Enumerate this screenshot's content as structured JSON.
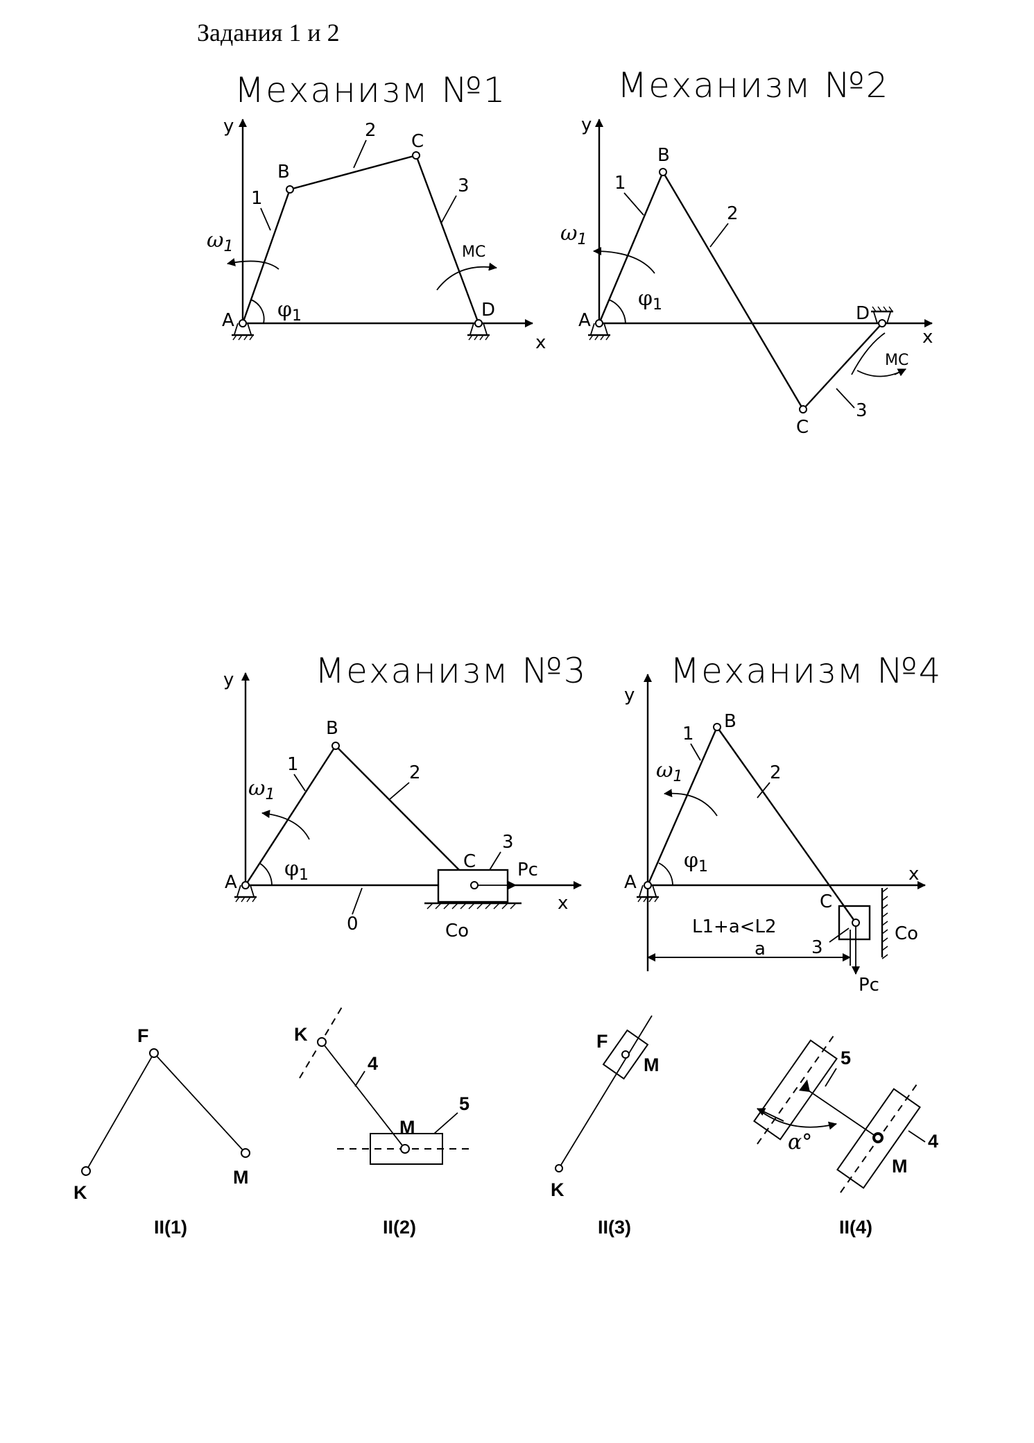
{
  "page_title": "Задания 1 и 2",
  "mechanisms": [
    {
      "title": "Механизм №1",
      "axes": {
        "x": "x",
        "y": "y"
      },
      "points": {
        "A": "A",
        "B": "B",
        "C": "C",
        "D": "D"
      },
      "links": {
        "l1": "1",
        "l2": "2",
        "l3": "3"
      },
      "omega_symbol": "ω",
      "omega_sub": "1",
      "phi_symbol": "φ",
      "phi_sub": "1",
      "moment": "MC"
    },
    {
      "title": "Механизм №2",
      "axes": {
        "x": "x",
        "y": "y"
      },
      "points": {
        "A": "A",
        "B": "B",
        "C": "C",
        "D": "D"
      },
      "links": {
        "l1": "1",
        "l2": "2",
        "l3": "3"
      },
      "omega_symbol": "ω",
      "omega_sub": "1",
      "phi_symbol": "φ",
      "phi_sub": "1",
      "moment": "MC"
    },
    {
      "title": "Механизм №3",
      "axes": {
        "x": "x",
        "y": "y"
      },
      "points": {
        "A": "A",
        "B": "B",
        "C": "C"
      },
      "links": {
        "l0": "0",
        "l1": "1",
        "l2": "2",
        "l3": "3"
      },
      "omega_symbol": "ω",
      "omega_sub": "1",
      "phi_symbol": "φ",
      "phi_sub": "1",
      "force": "Pc",
      "guide": "Co"
    },
    {
      "title": "Механизм №4",
      "axes": {
        "x": "x",
        "y": "y"
      },
      "points": {
        "A": "A",
        "B": "B",
        "C": "C"
      },
      "links": {
        "l1": "1",
        "l2": "2",
        "l3": "3"
      },
      "omega_symbol": "ω",
      "omega_sub": "1",
      "phi_symbol": "φ",
      "phi_sub": "1",
      "force": "Pc",
      "guide": "Co",
      "condition": "L1+a<L2",
      "dimension": "a"
    }
  ],
  "groups": [
    {
      "caption": "II(1)",
      "points": {
        "F": "F",
        "K": "K",
        "M": "M"
      }
    },
    {
      "caption": "II(2)",
      "points": {
        "K": "K",
        "M": "M"
      },
      "links": {
        "l4": "4",
        "l5": "5"
      }
    },
    {
      "caption": "II(3)",
      "points": {
        "F": "F",
        "K": "K",
        "M": "M"
      }
    },
    {
      "caption": "II(4)",
      "points": {
        "M": "M"
      },
      "links": {
        "l4": "4",
        "l5": "5"
      },
      "angle": "α°"
    }
  ]
}
